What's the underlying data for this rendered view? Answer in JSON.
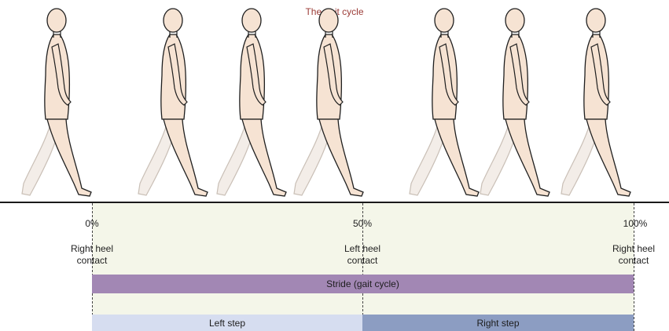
{
  "title": "The gait cycle",
  "markers": [
    {
      "percent": "0%",
      "label_line1": "Right heel",
      "label_line2": "contact"
    },
    {
      "percent": "50%",
      "label_line1": "Left heel",
      "label_line2": "contact"
    },
    {
      "percent": "100%",
      "label_line1": "Right heel",
      "label_line2": "contact"
    }
  ],
  "bars": {
    "stride": "Stride (gait cycle)",
    "left_step": "Left step",
    "right_step": "Right step"
  },
  "colors": {
    "title": "#9b3b36",
    "figure_fill": "#f6e3d3",
    "figure_back_fill": "#f3ede8",
    "band_background": "#f4f6e9",
    "stride_bar": "#a287b4",
    "left_step_bar": "#d6ddf0",
    "right_step_bar": "#8c9dc2"
  }
}
